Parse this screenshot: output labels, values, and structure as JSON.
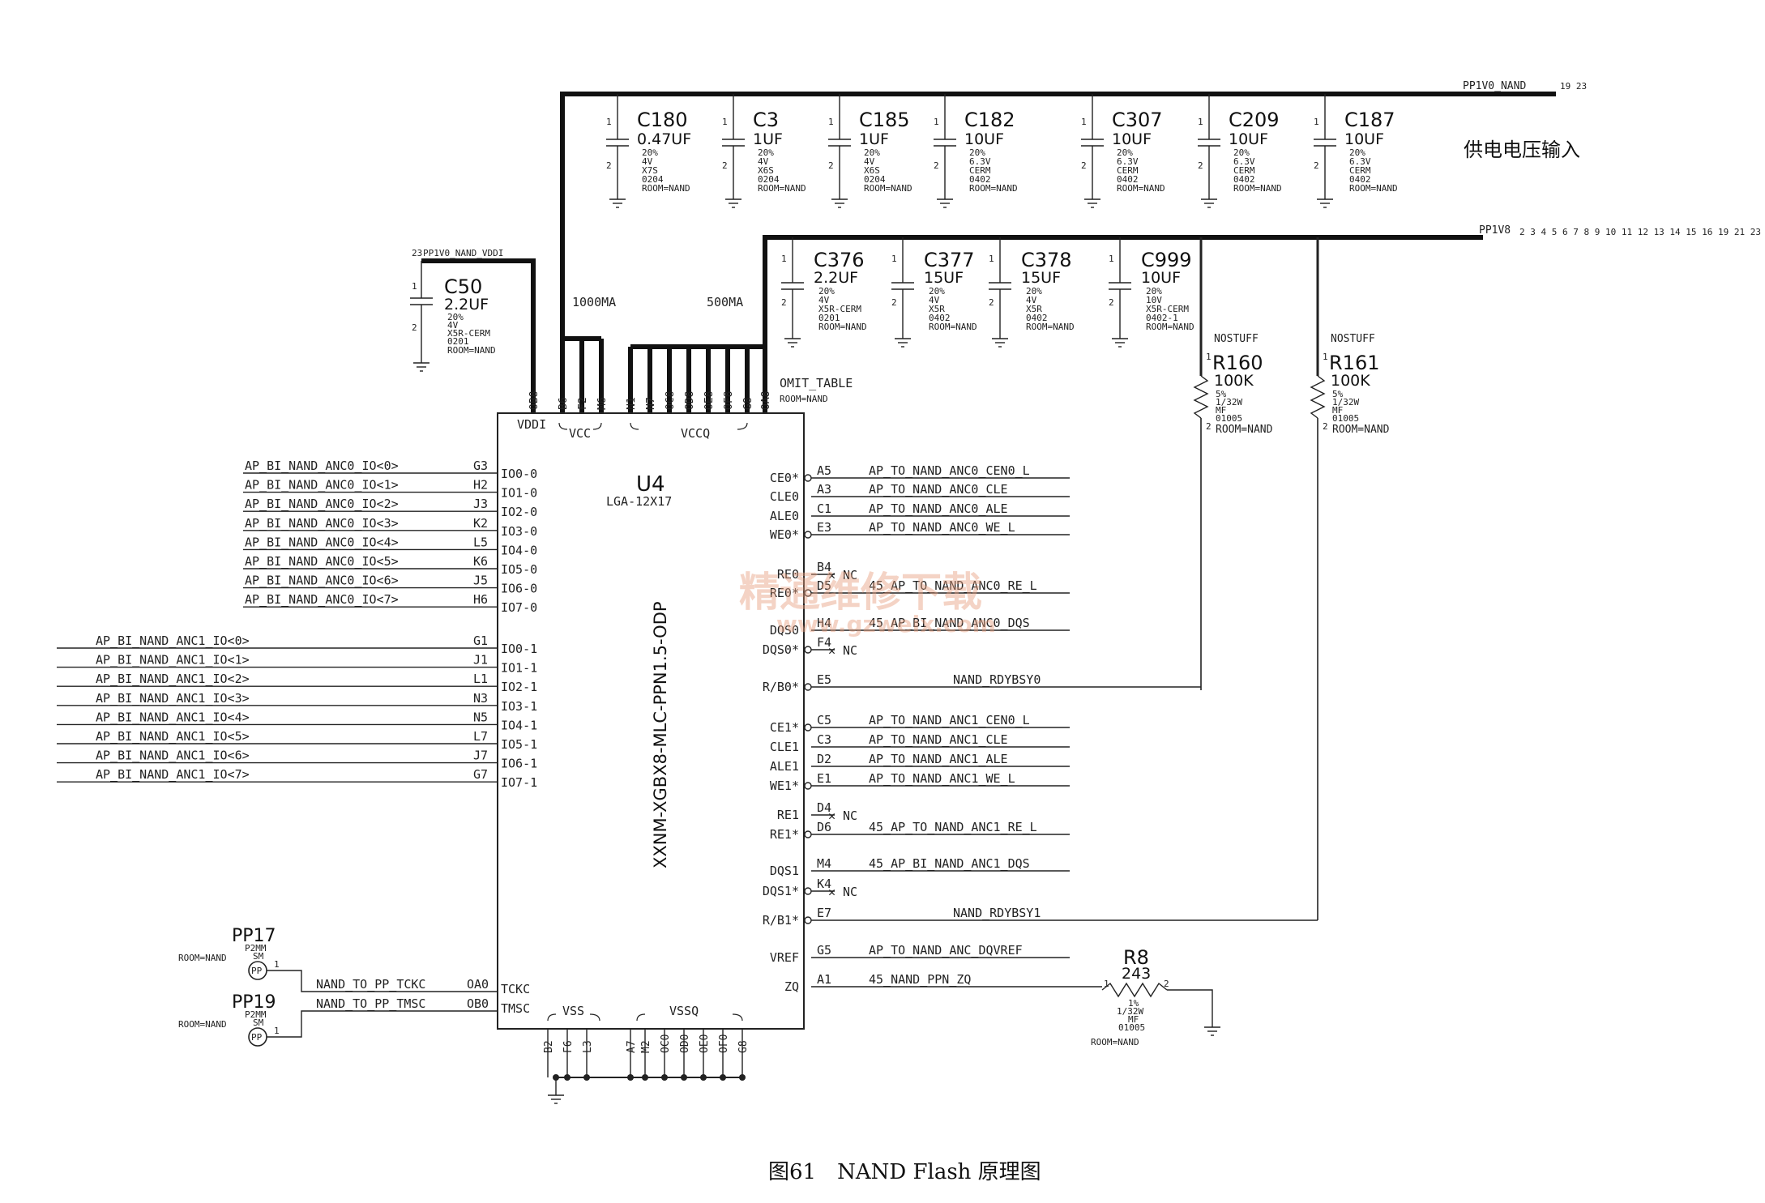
{
  "power": {
    "rail_top": "PP1V0_NAND",
    "rail_top_refs": "19 23",
    "rail_mid": "PP1V8",
    "rail_mid_refs": "2 3 4 5 6 7 8 9 10 11 12 13 14 15 16 19 21 23",
    "vddi_net": "PP1V0_NAND_VDDI",
    "vddi_net_ref": "23",
    "current_vcc": "1000MA",
    "current_vccq": "500MA",
    "caption_input": "供电电压输入"
  },
  "caps_top": [
    {
      "ref": "C180",
      "value": "0.47UF",
      "specs": [
        "20%",
        "4V",
        "X7S",
        "0204",
        "ROOM=NAND"
      ]
    },
    {
      "ref": "C3",
      "value": "1UF",
      "specs": [
        "20%",
        "4V",
        "X6S",
        "0204",
        "ROOM=NAND"
      ]
    },
    {
      "ref": "C185",
      "value": "1UF",
      "specs": [
        "20%",
        "4V",
        "X6S",
        "0204",
        "ROOM=NAND"
      ]
    },
    {
      "ref": "C182",
      "value": "10UF",
      "specs": [
        "20%",
        "6.3V",
        "CERM",
        "0402",
        "ROOM=NAND"
      ]
    },
    {
      "ref": "C307",
      "value": "10UF",
      "specs": [
        "20%",
        "6.3V",
        "CERM",
        "0402",
        "ROOM=NAND"
      ]
    },
    {
      "ref": "C209",
      "value": "10UF",
      "specs": [
        "20%",
        "6.3V",
        "CERM",
        "0402",
        "ROOM=NAND"
      ]
    },
    {
      "ref": "C187",
      "value": "10UF",
      "specs": [
        "20%",
        "6.3V",
        "CERM",
        "0402",
        "ROOM=NAND"
      ]
    }
  ],
  "caps_mid": [
    {
      "ref": "C376",
      "value": "2.2UF",
      "specs": [
        "20%",
        "4V",
        "X5R-CERM",
        "0201",
        "ROOM=NAND"
      ]
    },
    {
      "ref": "C377",
      "value": "15UF",
      "specs": [
        "20%",
        "4V",
        "X5R",
        "0402",
        "ROOM=NAND"
      ]
    },
    {
      "ref": "C378",
      "value": "15UF",
      "specs": [
        "20%",
        "4V",
        "X5R",
        "0402",
        "ROOM=NAND"
      ]
    },
    {
      "ref": "C999",
      "value": "10UF",
      "specs": [
        "20%",
        "10V",
        "X5R-CERM",
        "0402-1",
        "ROOM=NAND"
      ]
    }
  ],
  "cap_vddi": {
    "ref": "C50",
    "value": "2.2UF",
    "specs": [
      "20%",
      "4V",
      "X5R-CERM",
      "0201",
      "ROOM=NAND"
    ]
  },
  "resistors_pull": [
    {
      "tag": "NOSTUFF",
      "ref": "R160",
      "value": "100K",
      "specs": [
        "5%",
        "1/32W",
        "MF",
        "01005",
        "ROOM=NAND"
      ]
    },
    {
      "tag": "NOSTUFF",
      "ref": "R161",
      "value": "100K",
      "specs": [
        "5%",
        "1/32W",
        "MF",
        "01005",
        "ROOM=NAND"
      ]
    }
  ],
  "resistor_zq": {
    "ref": "R8",
    "value": "243",
    "specs": [
      "1%",
      "1/32W",
      "MF",
      "01005",
      "ROOM=NAND"
    ]
  },
  "chip": {
    "ref": "U4",
    "package": "LGA-12X17",
    "part": "XXNM-XGBX8-MLC-PPN1.5-ODP",
    "vddi_label": "VDDI",
    "vcc_label": "VCC",
    "vccq_label": "VCCQ",
    "vss_label": "VSS",
    "vssq_label": "VSSQ",
    "omit_table": "OMIT_TABLE",
    "room": "ROOM=NAND",
    "top_pins": [
      "OB8",
      "B6",
      "F2",
      "M6",
      "N1",
      "N7",
      "OC8",
      "OD8",
      "OE8",
      "OF8",
      "G8",
      "OA8"
    ],
    "bottom_pins": [
      "B2",
      "F6",
      "L3",
      "A7",
      "M2",
      "OC0",
      "OD0",
      "OE0",
      "OF0",
      "G8"
    ]
  },
  "io_ch0": [
    {
      "net": "AP_BI_NAND_ANC0_IO<0>",
      "ball": "G3",
      "pin": "IO0-0"
    },
    {
      "net": "AP_BI_NAND_ANC0_IO<1>",
      "ball": "H2",
      "pin": "IO1-0"
    },
    {
      "net": "AP_BI_NAND_ANC0_IO<2>",
      "ball": "J3",
      "pin": "IO2-0"
    },
    {
      "net": "AP_BI_NAND_ANC0_IO<3>",
      "ball": "K2",
      "pin": "IO3-0"
    },
    {
      "net": "AP_BI_NAND_ANC0_IO<4>",
      "ball": "L5",
      "pin": "IO4-0"
    },
    {
      "net": "AP_BI_NAND_ANC0_IO<5>",
      "ball": "K6",
      "pin": "IO5-0"
    },
    {
      "net": "AP_BI_NAND_ANC0_IO<6>",
      "ball": "J5",
      "pin": "IO6-0"
    },
    {
      "net": "AP_BI_NAND_ANC0_IO<7>",
      "ball": "H6",
      "pin": "IO7-0"
    }
  ],
  "io_ch1": [
    {
      "net": "AP_BI_NAND_ANC1_IO<0>",
      "ball": "G1",
      "pin": "IO0-1"
    },
    {
      "net": "AP_BI_NAND_ANC1_IO<1>",
      "ball": "J1",
      "pin": "IO1-1"
    },
    {
      "net": "AP_BI_NAND_ANC1_IO<2>",
      "ball": "L1",
      "pin": "IO2-1"
    },
    {
      "net": "AP_BI_NAND_ANC1_IO<3>",
      "ball": "N3",
      "pin": "IO3-1"
    },
    {
      "net": "AP_BI_NAND_ANC1_IO<4>",
      "ball": "N5",
      "pin": "IO4-1"
    },
    {
      "net": "AP_BI_NAND_ANC1_IO<5>",
      "ball": "L7",
      "pin": "IO5-1"
    },
    {
      "net": "AP_BI_NAND_ANC1_IO<6>",
      "ball": "J7",
      "pin": "IO6-1"
    },
    {
      "net": "AP_BI_NAND_ANC1_IO<7>",
      "ball": "G7",
      "pin": "IO7-1"
    }
  ],
  "right_pins": [
    {
      "pin": "CE0*",
      "ball": "A5",
      "net": "AP_TO_NAND_ANC0_CEN0_L"
    },
    {
      "pin": "CLE0",
      "ball": "A3",
      "net": "AP_TO_NAND_ANC0_CLE"
    },
    {
      "pin": "ALE0",
      "ball": "C1",
      "net": "AP_TO_NAND_ANC0_ALE"
    },
    {
      "pin": "WE0*",
      "ball": "E3",
      "net": "AP_TO_NAND_ANC0_WE_L"
    },
    {
      "pin": "RE0",
      "ball": "B4",
      "net": "NC"
    },
    {
      "pin": "RE0*",
      "ball": "D5",
      "net": "45_AP_TO_NAND_ANC0_RE_L"
    },
    {
      "pin": "DQS0",
      "ball": "H4",
      "net": "45_AP_BI_NAND_ANC0_DQS"
    },
    {
      "pin": "DQS0*",
      "ball": "F4",
      "net": "NC"
    },
    {
      "pin": "R/B0*",
      "ball": "E5",
      "net": "NAND_RDYBSY0"
    },
    {
      "pin": "CE1*",
      "ball": "C5",
      "net": "AP_TO_NAND_ANC1_CEN0_L"
    },
    {
      "pin": "CLE1",
      "ball": "C3",
      "net": "AP_TO_NAND_ANC1_CLE"
    },
    {
      "pin": "ALE1",
      "ball": "D2",
      "net": "AP_TO_NAND_ANC1_ALE"
    },
    {
      "pin": "WE1*",
      "ball": "E1",
      "net": "AP_TO_NAND_ANC1_WE_L"
    },
    {
      "pin": "RE1",
      "ball": "D4",
      "net": "NC"
    },
    {
      "pin": "RE1*",
      "ball": "D6",
      "net": "45_AP_TO_NAND_ANC1_RE_L"
    },
    {
      "pin": "DQS1",
      "ball": "M4",
      "net": "45_AP_BI_NAND_ANC1_DQS"
    },
    {
      "pin": "DQS1*",
      "ball": "K4",
      "net": "NC"
    },
    {
      "pin": "R/B1*",
      "ball": "E7",
      "net": "NAND_RDYBSY1"
    },
    {
      "pin": "VREF",
      "ball": "G5",
      "net": "AP_TO_NAND_ANC_DQVREF"
    },
    {
      "pin": "ZQ",
      "ball": "A1",
      "net": "45_NAND_PPN_ZQ"
    }
  ],
  "test_points": [
    {
      "ref": "PP17",
      "size": "P2MM",
      "sm": "SM",
      "room": "ROOM=NAND",
      "pin_num": "1",
      "pp": "PP",
      "net": "NAND_TO_PP_TCKC",
      "ball": "OA0",
      "pin": "TCKC"
    },
    {
      "ref": "PP19",
      "size": "P2MM",
      "sm": "SM",
      "room": "ROOM=NAND",
      "pin_num": "1",
      "pp": "PP",
      "net": "NAND_TO_PP_TMSC",
      "ball": "OB0",
      "pin": "TMSC"
    }
  ],
  "watermark": {
    "line1": "精通维修下载",
    "line2": "www.gzweix.com"
  },
  "caption": "图61　NAND Flash 原理图"
}
